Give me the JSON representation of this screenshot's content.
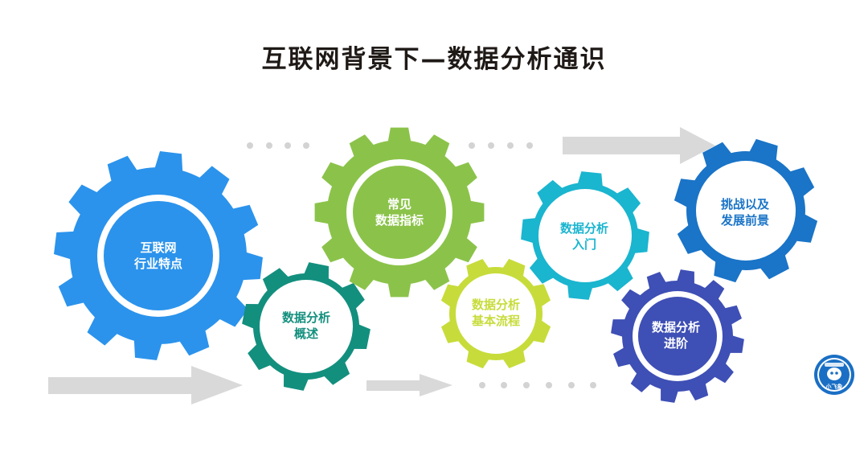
{
  "title": "互联网背景下—数据分析通识",
  "colors": {
    "arrow": "#d9d9d9",
    "dot": "#d3d3d3",
    "gear_internet": "#2b93ec",
    "gear_overview": "#138f7e",
    "gear_metrics": "#8bc34a",
    "gear_process": "#c7dc3a",
    "gear_intro": "#1ab5cf",
    "gear_future": "#1a74c7",
    "gear_advanced": "#3e4fb5"
  },
  "gears": [
    {
      "id": "internet",
      "line1": "互联网",
      "line2": "行业特点",
      "color": "#2b93ec",
      "style": "ring"
    },
    {
      "id": "overview",
      "line1": "数据分析",
      "line2": "概述",
      "color": "#138f7e",
      "style": "plain"
    },
    {
      "id": "metrics",
      "line1": "常见",
      "line2": "数据指标",
      "color": "#8bc34a",
      "style": "ring"
    },
    {
      "id": "process",
      "line1": "数据分析",
      "line2": "基本流程",
      "color": "#c7dc3a",
      "style": "plain"
    },
    {
      "id": "intro",
      "line1": "数据分析",
      "line2": "入门",
      "color": "#1ab5cf",
      "style": "plain"
    },
    {
      "id": "future",
      "line1": "挑战以及",
      "line2": "发展前景",
      "color": "#1a74c7",
      "style": "plain"
    },
    {
      "id": "advanced",
      "line1": "数据分析",
      "line2": "进阶",
      "color": "#3e4fb5",
      "style": "ring"
    }
  ],
  "logo": {
    "label": "小飞象",
    "icon": "elephant-mascot-icon"
  }
}
